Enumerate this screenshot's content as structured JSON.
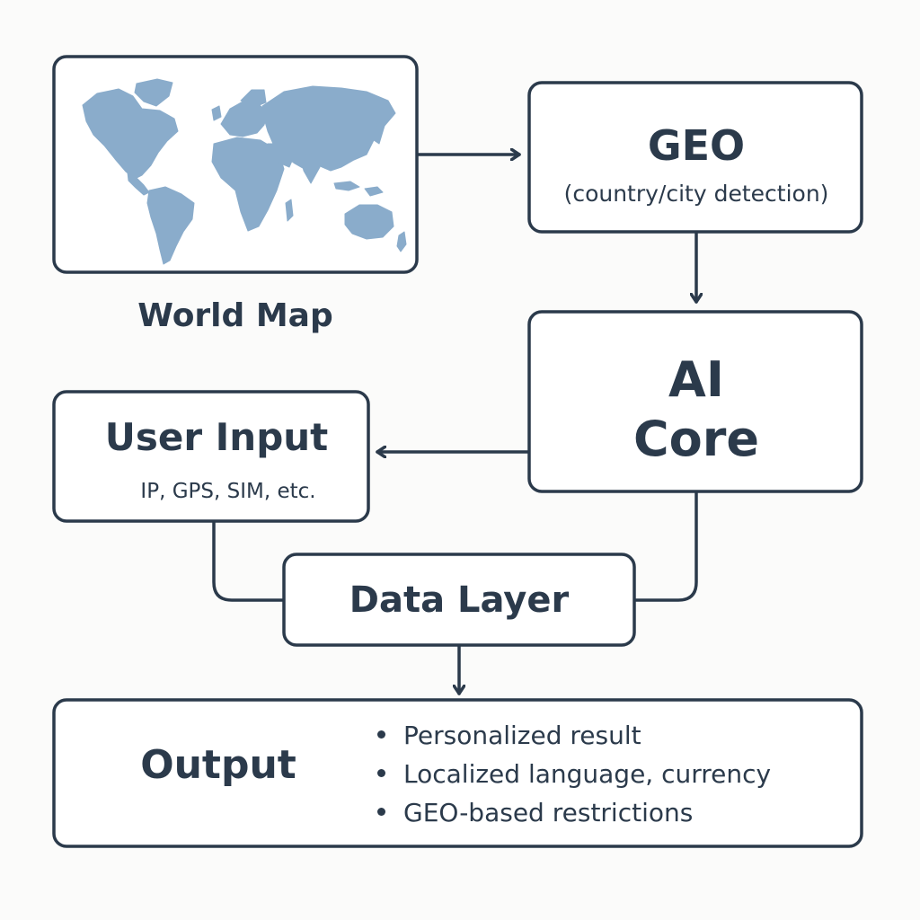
{
  "world_map": {
    "caption": "World Map",
    "land_color": "#8aaccb"
  },
  "geo": {
    "title": "GEO",
    "subtitle": "(country/city detection)"
  },
  "ai_core": {
    "line1": "AI",
    "line2": "Core"
  },
  "user_input": {
    "title": "User Input",
    "subtitle": "IP, GPS, SIM, etc."
  },
  "data_layer": {
    "title": "Data Layer"
  },
  "output": {
    "title": "Output",
    "items": [
      "Personalized result",
      "Localized language, currency",
      "GEO-based restrictions"
    ]
  },
  "colors": {
    "stroke": "#2b3a4b",
    "background": "#fbfbfa",
    "box_fill": "#ffffff"
  }
}
